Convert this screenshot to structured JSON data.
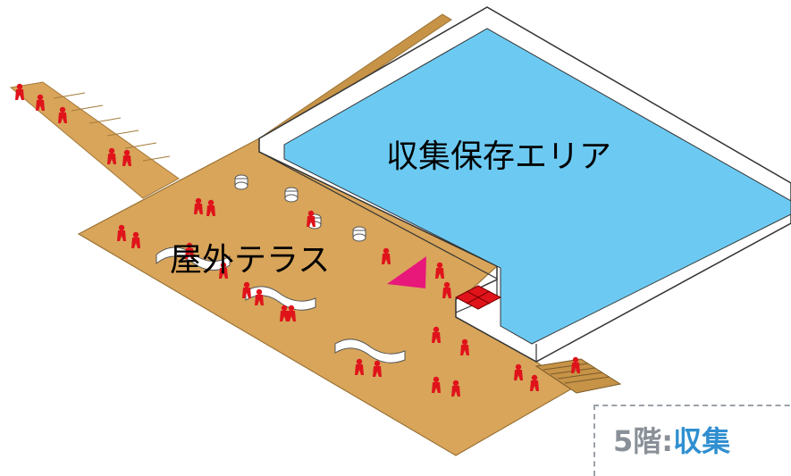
{
  "areas": {
    "storage": {
      "label": "収集保存エリア",
      "color": "#6ccaf2"
    },
    "terrace": {
      "label": "屋外テラス",
      "color": "#d8a55a"
    }
  },
  "caption": {
    "floor": "5階",
    "separator": ":",
    "area": "収集"
  },
  "colors": {
    "people": "#e0131b",
    "marker": "#e8187a",
    "stair_marker": "#e0131b",
    "wall": "#ffffff",
    "outline": "#333333"
  }
}
